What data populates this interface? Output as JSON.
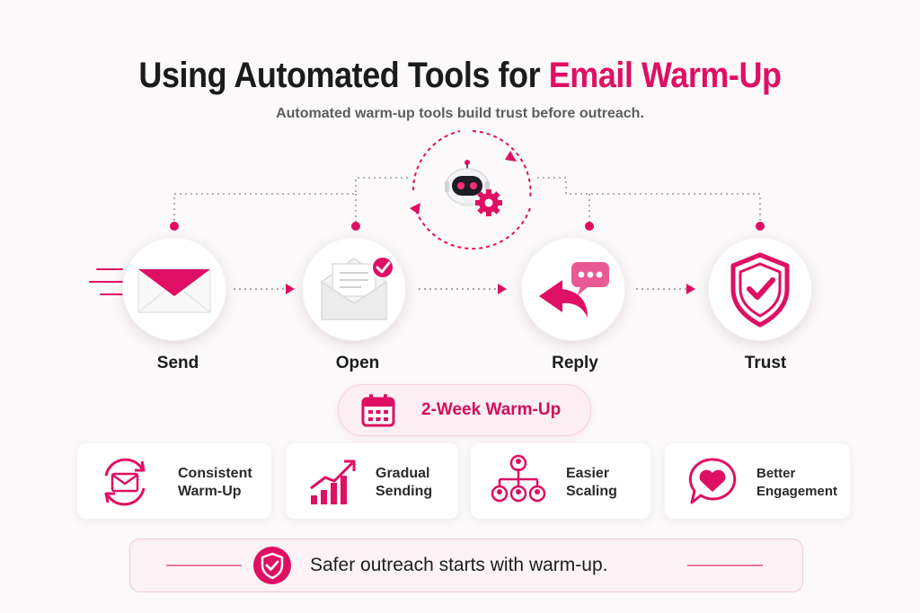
{
  "header": {
    "title_main": "Using Automated Tools for ",
    "title_accent": "Email Warm-Up",
    "subtitle": "Automated warm-up tools build trust before outreach."
  },
  "colors": {
    "accent": "#df0f63",
    "text": "#1b1b1b",
    "muted": "#5d5d5d"
  },
  "automation": {
    "icon": "robot-gear-icon"
  },
  "steps": [
    {
      "label": "Send",
      "icon": "envelope-send-icon"
    },
    {
      "label": "Open",
      "icon": "open-envelope-check-icon"
    },
    {
      "label": "Reply",
      "icon": "reply-chat-icon"
    },
    {
      "label": "Trust",
      "icon": "shield-check-icon"
    }
  ],
  "duration": {
    "label": "2-Week Warm-Up",
    "icon": "calendar-icon"
  },
  "benefits": [
    {
      "line1": "Consistent",
      "line2": "Warm-Up",
      "icon": "envelope-cycle-icon"
    },
    {
      "line1": "Gradual",
      "line2": "Sending",
      "icon": "growth-chart-icon"
    },
    {
      "line1": "Easier",
      "line2": "Scaling",
      "icon": "team-hierarchy-icon"
    },
    {
      "line1": "Better",
      "line2": "Engagement",
      "icon": "heart-chat-icon"
    }
  ],
  "footer": {
    "text": "Safer outreach starts with warm-up.",
    "icon": "shield-check-badge-icon"
  }
}
